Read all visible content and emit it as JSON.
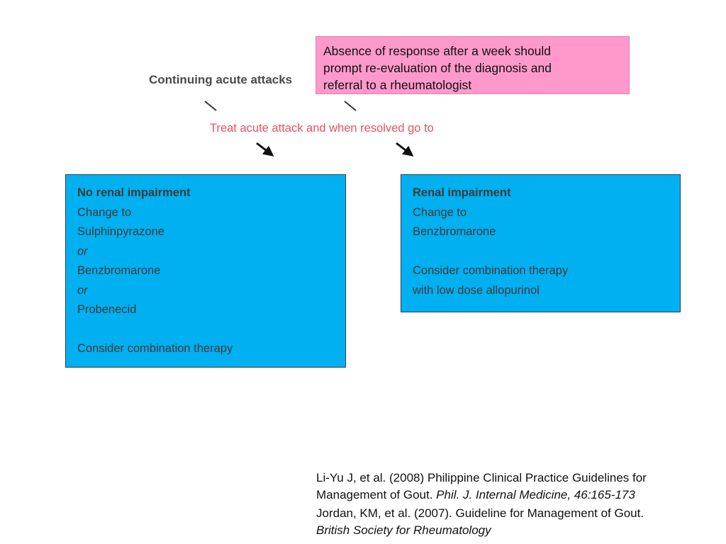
{
  "callout": {
    "lines": [
      "Absence of response after a week should",
      "prompt re-evaluation of the diagnosis and",
      "referral to a rheumatologist"
    ],
    "background": "#ff99cc"
  },
  "heading": "Continuing acute attacks",
  "instruction": {
    "text": "Treat acute attack and when resolved go to",
    "color": "#e8515f"
  },
  "boxes": {
    "background": "#00b0f0",
    "left": {
      "title": "No renal impairment",
      "lines": [
        "Change to",
        "Sulphinpyrazone",
        "or",
        "Benzbromarone",
        "or",
        "Probenecid",
        "",
        "Consider combination therapy"
      ]
    },
    "right": {
      "title": "Renal impairment",
      "lines": [
        "Change to",
        "Benzbromarone",
        "",
        "Consider combination therapy",
        "with low dose allopurinol"
      ]
    }
  },
  "references": [
    {
      "line1": "Li-Yu J, et al. (2008) Philippine Clinical Practice Guidelines for",
      "line2_plain": "Management of Gout. ",
      "line2_italic": "Phil. J. Internal Medicine, 46:165-173"
    },
    {
      "line1": "Jordan, KM, et al. (2007). Guideline for Management of Gout.",
      "line2_italic": "British Society for Rheumatology"
    }
  ]
}
